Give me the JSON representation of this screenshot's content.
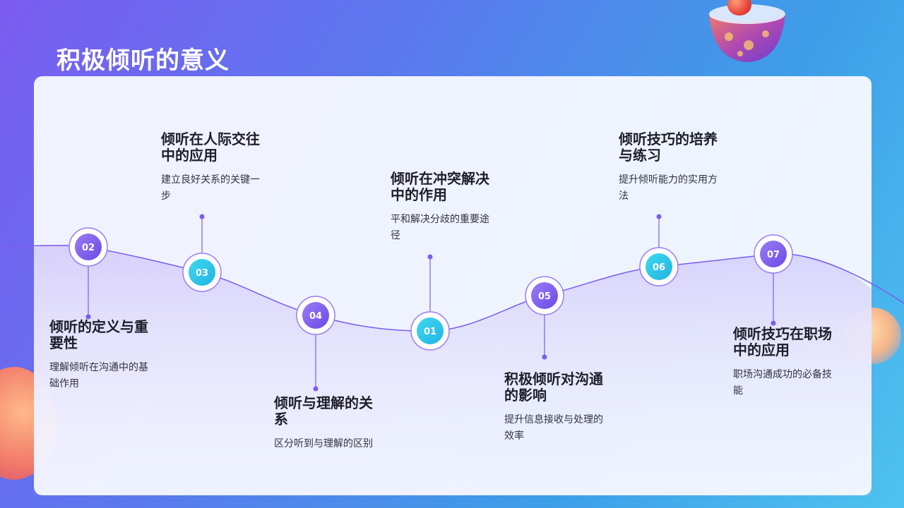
{
  "title": "积极倾听的意义",
  "colors": {
    "purple": "#7b5cf0",
    "cyan": "#29c6e8",
    "line": "#7b5cf0"
  },
  "nodes": [
    {
      "number": "02",
      "title": "倾听的定义与重要性",
      "desc": "理解倾听在沟通中的基础作用"
    },
    {
      "number": "03",
      "title": "倾听在人际交往中的应用",
      "desc": "建立良好关系的关键一步"
    },
    {
      "number": "04",
      "title": "倾听与理解的关系",
      "desc": "区分听到与理解的区别"
    },
    {
      "number": "01",
      "title": "倾听在冲突解决中的作用",
      "desc": "平和解决分歧的重要途径"
    },
    {
      "number": "05",
      "title": "积极倾听对沟通的影响",
      "desc": "提升信息接收与处理的效率"
    },
    {
      "number": "06",
      "title": "倾听技巧的培养与练习",
      "desc": "提升倾听能力的实用方法"
    },
    {
      "number": "07",
      "title": "倾听技巧在职场中的应用",
      "desc": "职场沟通成功的必备技能"
    }
  ]
}
